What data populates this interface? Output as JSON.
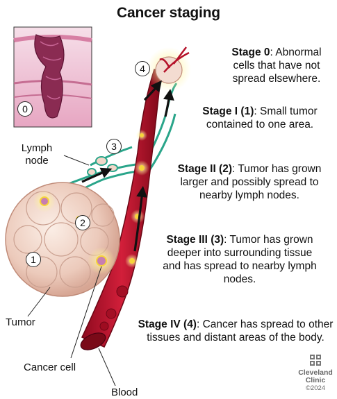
{
  "title": "Cancer staging",
  "stages": [
    {
      "head": "Stage 0",
      "text": ": Abnormal cells that have not spread elsewhere."
    },
    {
      "head": "Stage I (1)",
      "text": ": Small tumor contained to one area."
    },
    {
      "head": "Stage II (2)",
      "text": ": Tumor has grown larger and possibly spread to nearby lymph nodes."
    },
    {
      "head": "Stage III (3)",
      "text": ": Tumor has grown deeper into surrounding tissue and has spread to nearby lymph nodes."
    },
    {
      "head": "Stage IV (4)",
      "text": ": Cancer has spread to other tissues and distant areas of the body."
    }
  ],
  "labels": {
    "lymph_node": "Lymph node",
    "tumor": "Tumor",
    "cancer_cell": "Cancer cell",
    "blood": "Blood"
  },
  "markers": [
    "0",
    "1",
    "2",
    "3",
    "4"
  ],
  "logo": {
    "line1": "Cleveland",
    "line2": "Clinic",
    "copyright": "©2024"
  },
  "colors": {
    "vessel": "#b5122a",
    "lymph_vessel": "#2aa58a",
    "tumor": "#f0d8cc",
    "cancer_glow": "#f6d43a",
    "tissue": "#e8a9c4"
  }
}
